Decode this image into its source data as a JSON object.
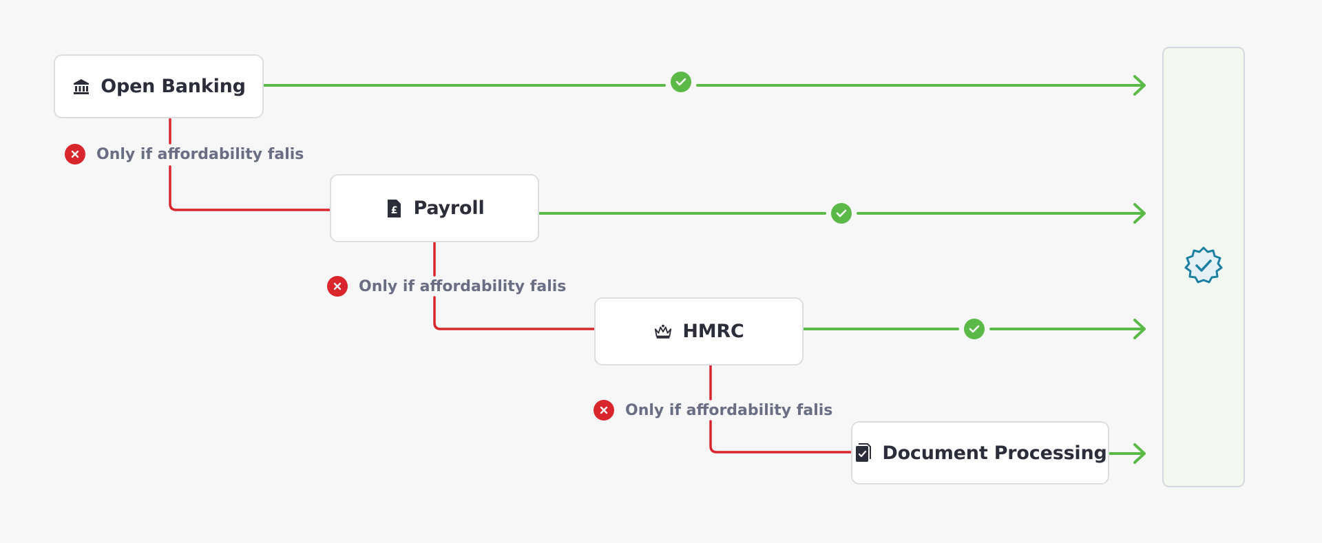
{
  "colors": {
    "success": "#5bb947",
    "failure": "#d9262c",
    "node_border": "#dcdde2",
    "panel_background": "#f2f7f0",
    "verified_badge": "#1a7fa0"
  },
  "nodes": [
    {
      "label": "Open Banking",
      "icon": "bank-icon"
    },
    {
      "label": "Payroll",
      "icon": "payslip-pound-icon"
    },
    {
      "label": "HMRC",
      "icon": "crown-icon"
    },
    {
      "label": "Document Processing",
      "icon": "document-check-icon"
    }
  ],
  "fallback_notes": [
    {
      "text": "Only if affordability falis",
      "icon": "cross-circle-icon"
    },
    {
      "text": "Only if affordability falis",
      "icon": "cross-circle-icon"
    },
    {
      "text": "Only if affordability falis",
      "icon": "cross-circle-icon"
    }
  ],
  "result": {
    "icon": "verified-badge-icon"
  }
}
